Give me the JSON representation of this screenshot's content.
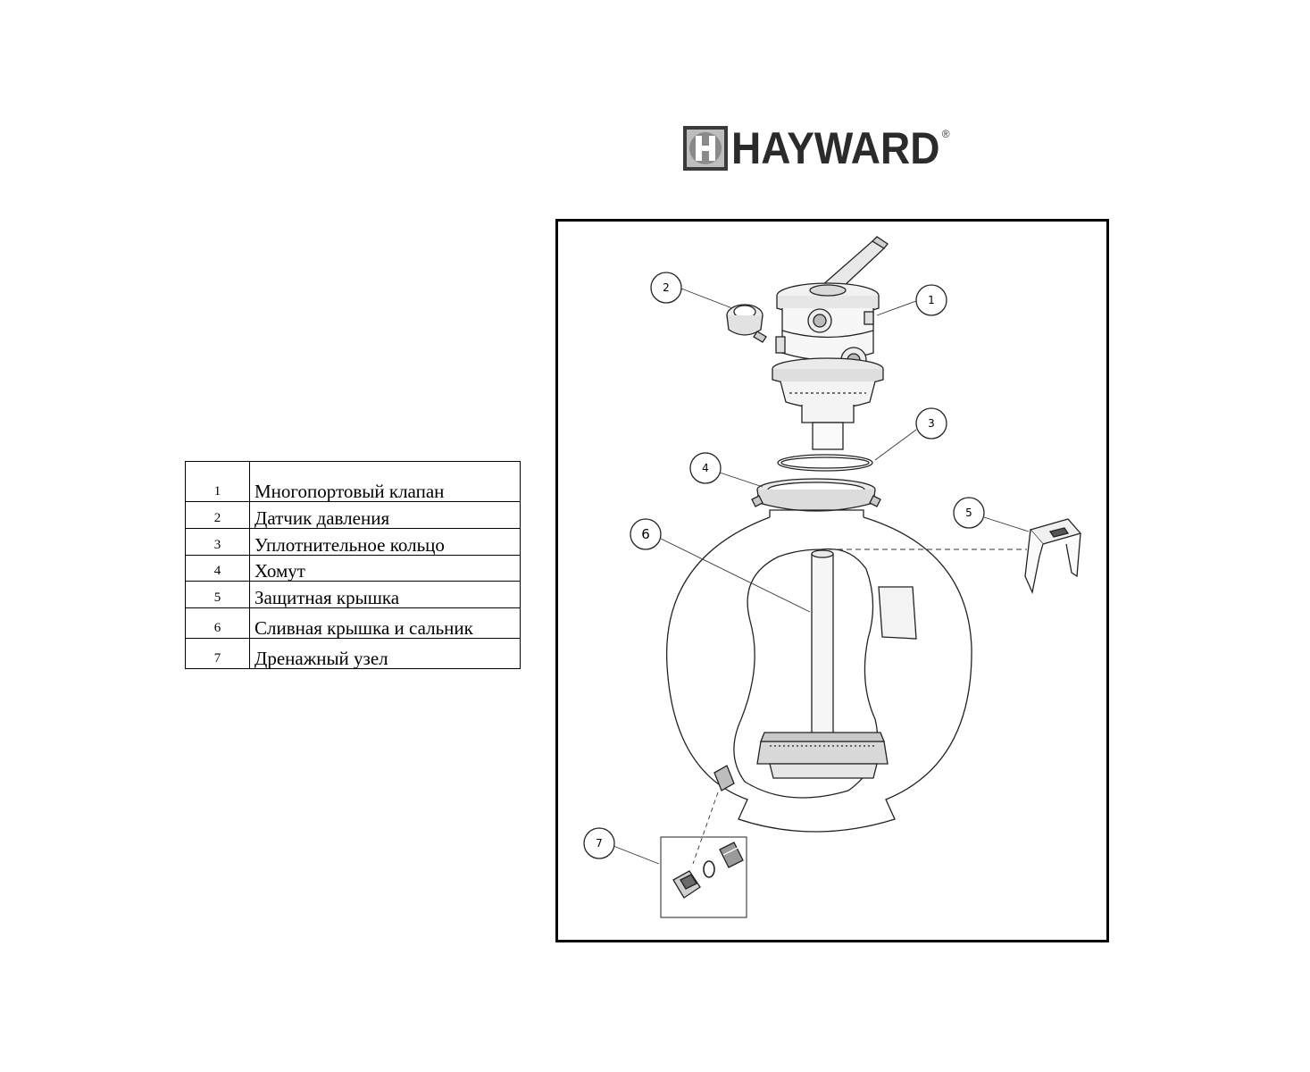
{
  "brand": {
    "name": "HAYWARD",
    "logo_icon": "hayward-h-logo-icon",
    "colors": {
      "mark_dark": "#3a3a3a",
      "mark_light": "#bdbdbd",
      "text": "#2b2b2b"
    }
  },
  "parts": [
    {
      "num": "1",
      "name": "Многопортовый клапан"
    },
    {
      "num": "2",
      "name": "Датчик давления"
    },
    {
      "num": "3",
      "name": "Уплотнительное кольцо"
    },
    {
      "num": "4",
      "name": "Хомут"
    },
    {
      "num": "5",
      "name": "Защитная крышка"
    },
    {
      "num": "6",
      "name": "Сливная крышка и сальник"
    },
    {
      "num": "7",
      "name": "Дренажный узел"
    }
  ],
  "callouts": [
    "1",
    "2",
    "3",
    "4",
    "5",
    "6",
    "7"
  ]
}
